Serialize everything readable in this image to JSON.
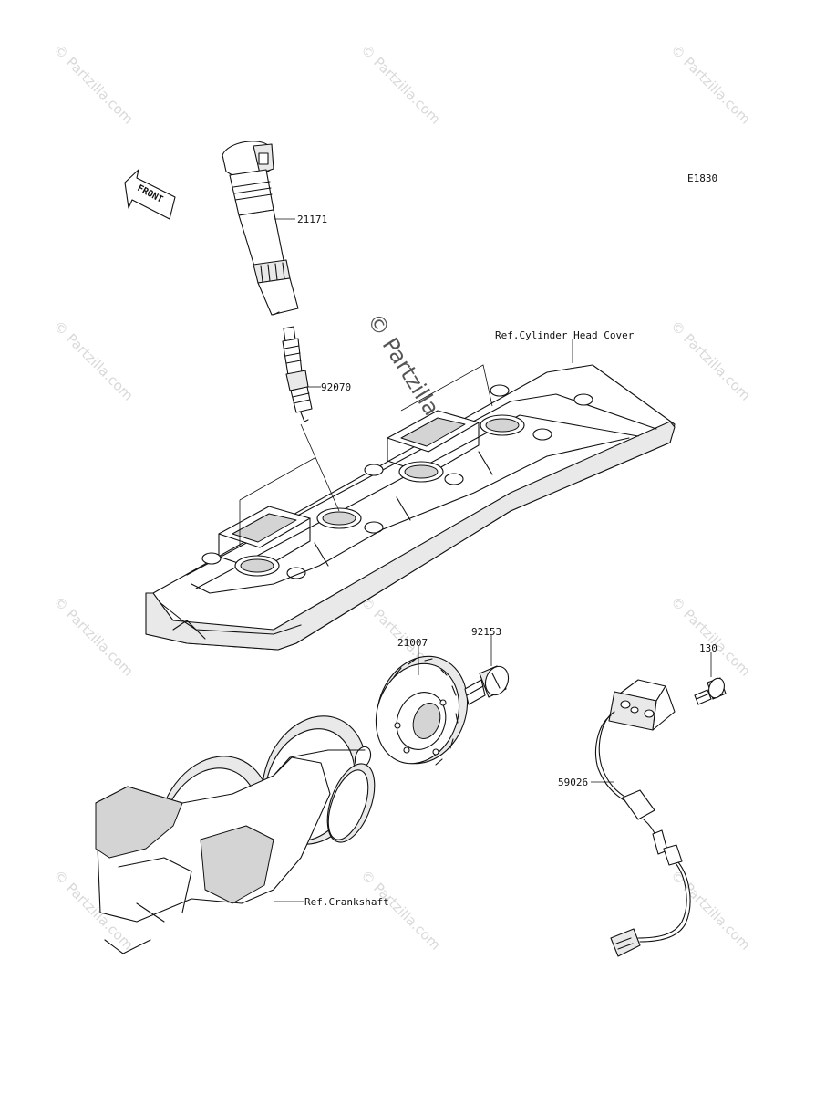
{
  "diagram": {
    "code": "E1830",
    "front_label": "FRONT",
    "watermark": "© Partzilla.com",
    "parts": [
      {
        "number": "21171"
      },
      {
        "number": "92070"
      },
      {
        "number": "21007"
      },
      {
        "number": "92153"
      },
      {
        "number": "130"
      },
      {
        "number": "59026"
      }
    ],
    "references": [
      {
        "text": "Ref.Cylinder Head Cover"
      },
      {
        "text": "Ref.Crankshaft"
      }
    ]
  }
}
